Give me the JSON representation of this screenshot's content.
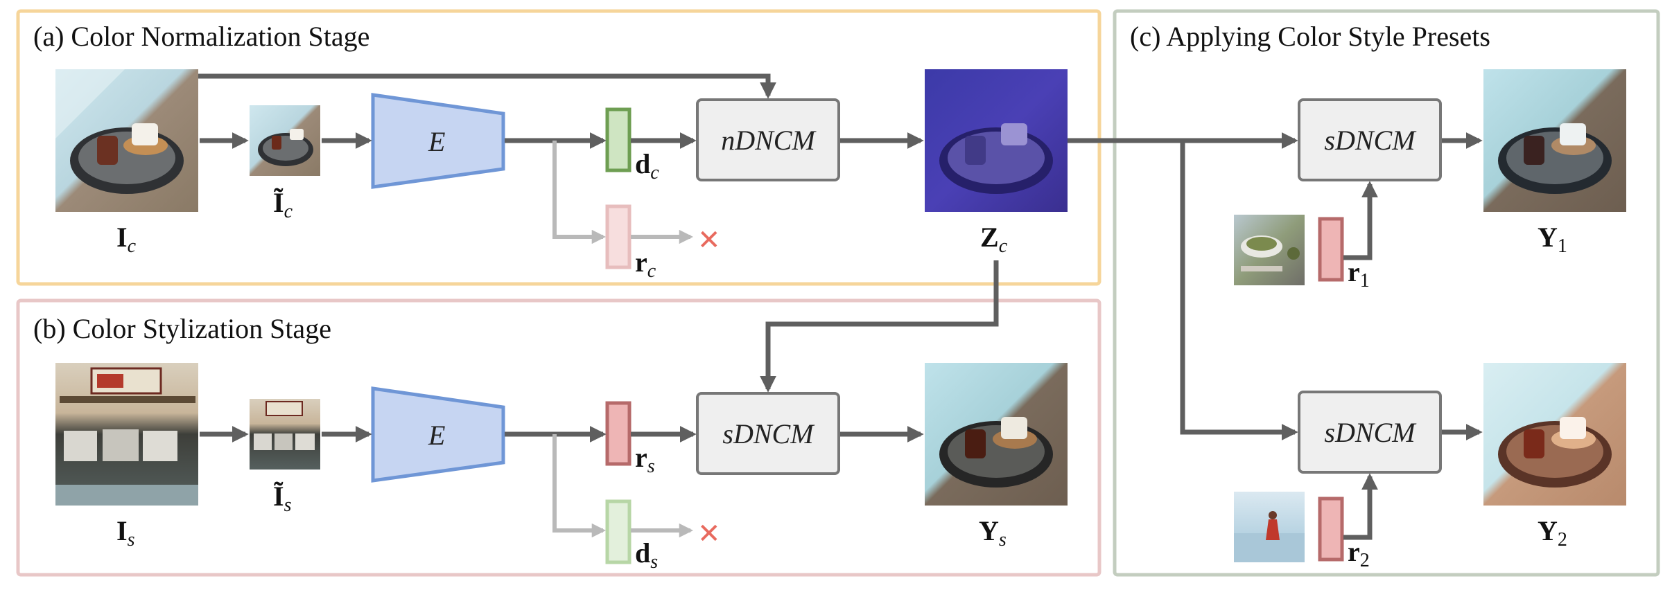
{
  "stages": {
    "normalization": {
      "title": "(a) Color Normalization Stage",
      "border_color": "#f6d59a"
    },
    "stylization": {
      "title": "(b) Color Stylization Stage",
      "border_color": "#e8c7c7"
    },
    "presets": {
      "title": "(c) Applying Color Style Presets",
      "border_color": "#c3cdbf"
    }
  },
  "modules": {
    "encoder_label": "E",
    "ndncm_label": "nDNCM",
    "sdncm_label": "sDNCM"
  },
  "symbols": {
    "I_c": {
      "main": "I",
      "sub": "c"
    },
    "I_tilde_c": {
      "main": "Ĩ",
      "sub": "c"
    },
    "d_c": {
      "main": "d",
      "sub": "c"
    },
    "r_c": {
      "main": "r",
      "sub": "c"
    },
    "Z_c": {
      "main": "Z",
      "sub": "c"
    },
    "I_s": {
      "main": "I",
      "sub": "s"
    },
    "I_tilde_s": {
      "main": "Ĩ",
      "sub": "s"
    },
    "r_s": {
      "main": "r",
      "sub": "s"
    },
    "d_s": {
      "main": "d",
      "sub": "s"
    },
    "Y_s": {
      "main": "Y",
      "sub": "s"
    },
    "Y_1": {
      "main": "Y",
      "sub": "1"
    },
    "r_1": {
      "main": "r",
      "sub": "1"
    },
    "Y_2": {
      "main": "Y",
      "sub": "2"
    },
    "r_2": {
      "main": "r",
      "sub": "2"
    }
  },
  "discard_mark": "✕",
  "colors": {
    "encoder_fill": "#c6d5f2",
    "encoder_stroke": "#6f96d6",
    "d_vector_fill": "#cfe5c2",
    "d_vector_stroke": "#6e9e52",
    "r_vector_fill": "#eeb5b5",
    "r_vector_stroke": "#b66a6a",
    "discard_color": "#e86a5e",
    "module_fill": "#efefef",
    "module_stroke": "#777777",
    "arrow_color": "#5f5f5f"
  }
}
